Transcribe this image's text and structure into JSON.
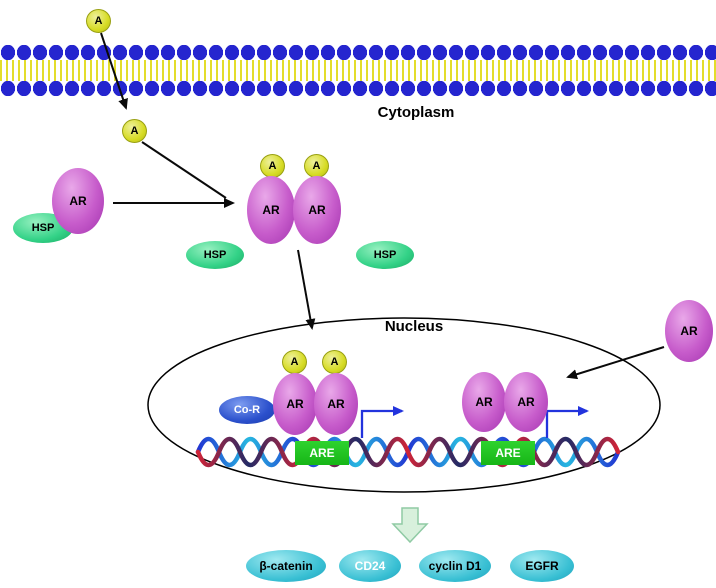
{
  "regions": {
    "cytoplasm_label": "Cytoplasm",
    "nucleus_label": "Nucleus"
  },
  "molecules": {
    "ligand": "A",
    "receptor": "AR",
    "chaperone": "HSP",
    "corepressor": "Co-R",
    "response_element": "ARE"
  },
  "target_genes": [
    "β-catenin",
    "CD24",
    "cyclin D1",
    "EGFR"
  ],
  "colors": {
    "membrane_head": "#2525cf",
    "membrane_tail": "#e3dd2b",
    "ligand": "#d7dc25",
    "receptor": "#c75ccb",
    "chaperone": "#33d287",
    "corepressor": "#2b50cc",
    "response_element": "#22c522",
    "target_gene": "#38bfd3",
    "transcription_arrow": "#2233dd",
    "output_arrow": "#d8f0dc"
  }
}
